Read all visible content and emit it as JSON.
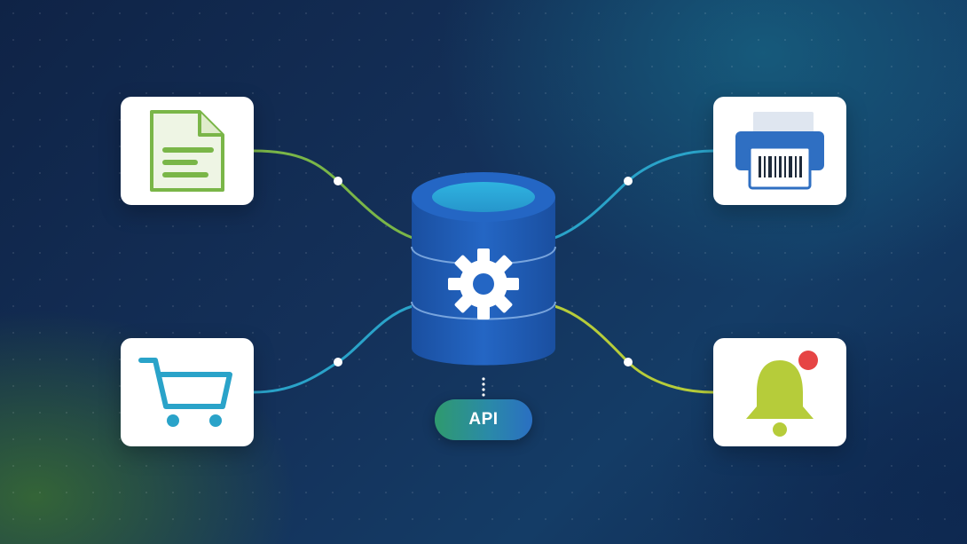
{
  "diagram": {
    "api_label": "API",
    "hub": {
      "icon": "database-gear-icon"
    },
    "nodes": [
      {
        "id": "document",
        "icon": "document-icon",
        "color": "#7ab648"
      },
      {
        "id": "cart",
        "icon": "shopping-cart-icon",
        "color": "#2aa3c9"
      },
      {
        "id": "printer",
        "icon": "barcode-printer-icon",
        "color": "#2f6fc2"
      },
      {
        "id": "bell",
        "icon": "notification-bell-icon",
        "color": "#b6cc3a",
        "badge_color": "#e64545"
      }
    ],
    "connector_colors": {
      "document": "#7ab648",
      "cart": "#2aa3c9",
      "printer": "#2aa3c9",
      "bell": "#b6cc3a"
    },
    "colors": {
      "hub_body": "#1f5eb8",
      "hub_top": "#2aa8d8",
      "api_pill_start": "#2f9a6e",
      "api_pill_end": "#2a6fc2"
    }
  }
}
